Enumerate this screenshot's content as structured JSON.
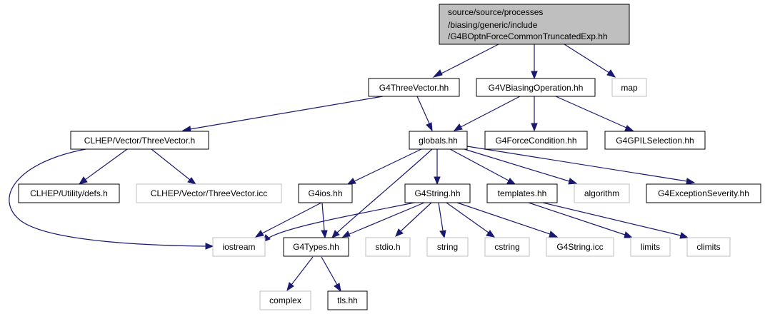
{
  "nodes": {
    "root": {
      "line1": "source/source/processes",
      "line2": "/biasing/generic/include",
      "line3": "/G4BOptnForceCommonTruncatedExp.hh"
    },
    "g4threevector": "G4ThreeVector.hh",
    "g4vbiasingoperation": "G4VBiasingOperation.hh",
    "map": "map",
    "clhep_threevector_h": "CLHEP/Vector/ThreeVector.h",
    "globals": "globals.hh",
    "g4forcecondition": "G4ForceCondition.hh",
    "g4gpilselection": "G4GPILSelection.hh",
    "clhep_defs": "CLHEP/Utility/defs.h",
    "clhep_threevector_icc": "CLHEP/Vector/ThreeVector.icc",
    "g4ios": "G4ios.hh",
    "g4string": "G4String.hh",
    "templates": "templates.hh",
    "algorithm": "algorithm",
    "g4exceptionseverity": "G4ExceptionSeverity.hh",
    "iostream": "iostream",
    "g4types": "G4Types.hh",
    "stdio": "stdio.h",
    "string": "string",
    "cstring": "cstring",
    "g4string_icc": "G4String.icc",
    "limits": "limits",
    "climits": "climits",
    "complex": "complex",
    "tls": "tls.hh"
  },
  "colors": {
    "edge": "#191970",
    "root_fill": "#bfbfbf",
    "external_border": "#bfbfbf",
    "internal_border": "#000000"
  }
}
